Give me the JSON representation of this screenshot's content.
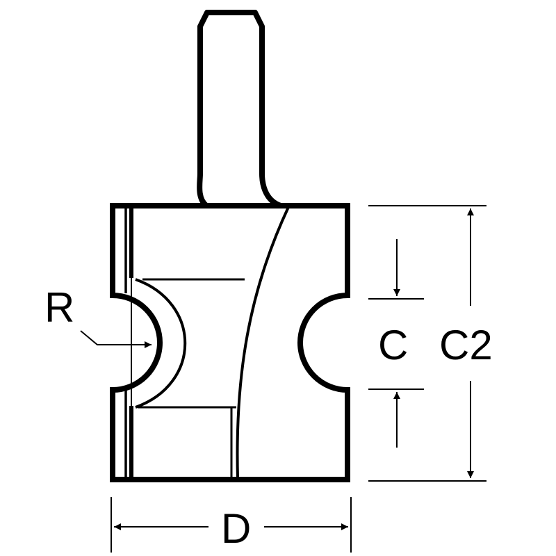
{
  "labels": {
    "radius": "R",
    "cut_height": "C",
    "overall_height": "C2",
    "diameter": "D"
  },
  "colors": {
    "line": "#000000",
    "background": "#ffffff"
  }
}
